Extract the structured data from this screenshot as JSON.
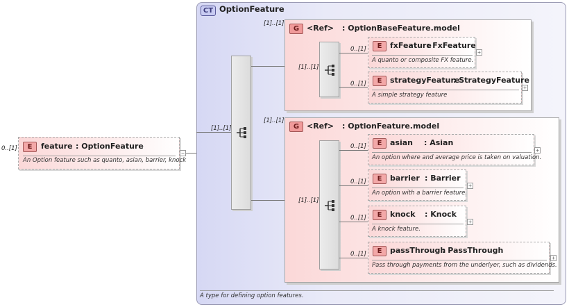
{
  "complex_type": {
    "badge": "CT",
    "name": "OptionFeature",
    "doc": "A type for defining option features."
  },
  "root_element": {
    "badge": "E",
    "name": "feature",
    "type": ": OptionFeature",
    "multiplicity": "0..[1]",
    "doc": "An Option feature such as quanto, asian, barrier, knock",
    "collapse": "−"
  },
  "outer_sequence": {
    "multiplicity": "[1]..[1]"
  },
  "groups": [
    {
      "badge": "G",
      "ref": "<Ref>",
      "name": ": OptionBaseFeature.model",
      "multiplicity": "[1]..[1]",
      "sequence_multiplicity": "[1]..[1]",
      "elements": [
        {
          "badge": "E",
          "name": "fxFeature",
          "type": ": FxFeature",
          "multiplicity": "0..[1]",
          "doc": "A quanto or composite FX feature.",
          "expand": "+"
        },
        {
          "badge": "E",
          "name": "strategyFeature",
          "type": ": StrategyFeature",
          "multiplicity": "0..[1]",
          "doc": "A simple strategy feature",
          "expand": "+"
        }
      ]
    },
    {
      "badge": "G",
      "ref": "<Ref>",
      "name": ": OptionFeature.model",
      "multiplicity": "[1]..[1]",
      "sequence_multiplicity": "[1]..[1]",
      "elements": [
        {
          "badge": "E",
          "name": "asian",
          "type": ": Asian",
          "multiplicity": "0..[1]",
          "doc": "An option where and average price is taken on valuation.",
          "expand": "+"
        },
        {
          "badge": "E",
          "name": "barrier",
          "type": ": Barrier",
          "multiplicity": "0..[1]",
          "doc": "An option with a barrier feature.",
          "expand": "+"
        },
        {
          "badge": "E",
          "name": "knock",
          "type": ": Knock",
          "multiplicity": "0..[1]",
          "doc": "A knock feature.",
          "expand": "+"
        },
        {
          "badge": "E",
          "name": "passThrough",
          "type": ": PassThrough",
          "multiplicity": "0..[1]",
          "doc": "Pass through payments from the underlyer, such as dividends.",
          "expand": "+"
        }
      ]
    }
  ]
}
